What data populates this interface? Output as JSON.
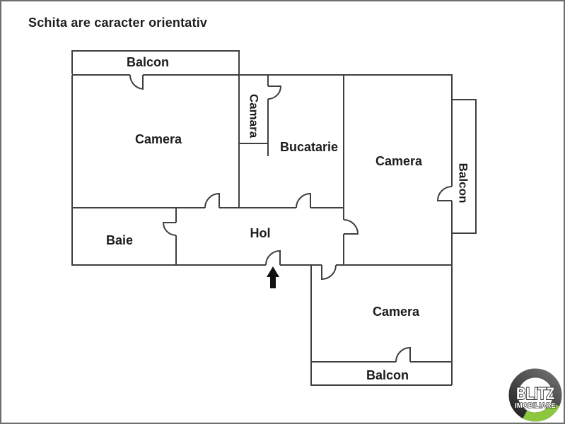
{
  "disclaimer": "Schita are caracter orientativ",
  "rooms": {
    "balcon_top": "Balcon",
    "camera_top_left": "Camera",
    "camara": "Camara",
    "bucatarie": "Bucatarie",
    "camera_right": "Camera",
    "balcon_right": "Balcon",
    "baie": "Baie",
    "hol": "Hol",
    "camera_bottom": "Camera",
    "balcon_bottom": "Balcon"
  },
  "logo": {
    "brand": "BLITZ",
    "tagline": "IMOBILIARE",
    "accent_green": "#8dc63f",
    "ring_dark": "#262626",
    "ring_light": "#6a6a6a"
  },
  "colors": {
    "background": "#ffffff",
    "wall": "#3f3f3f",
    "label_text": "#1c1c1c",
    "frame_border": "#6e6e6e",
    "entrance_arrow": "#111111"
  }
}
